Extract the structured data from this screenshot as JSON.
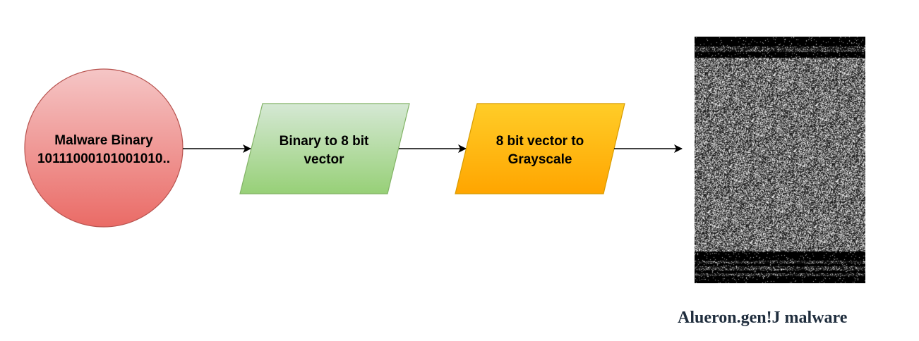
{
  "nodes": {
    "source": {
      "line1": "Malware Binary",
      "line2": "10111000101001010.."
    },
    "convert_vector": {
      "line1": "Binary to 8 bit",
      "line2": "vector"
    },
    "convert_grayscale": {
      "line1": "8 bit vector to",
      "line2": "Grayscale"
    }
  },
  "output_caption": "Alueron.gen!J malware",
  "colors": {
    "circle_top": "#f5c6c6",
    "circle_bottom": "#ea6b66",
    "circle_stroke": "#b85450",
    "green_top": "#d5e8d4",
    "green_bottom": "#97d077",
    "green_stroke": "#82b366",
    "orange_top": "#ffcd28",
    "orange_bottom": "#ffa500",
    "orange_stroke": "#d79b00",
    "arrow": "#000000"
  }
}
